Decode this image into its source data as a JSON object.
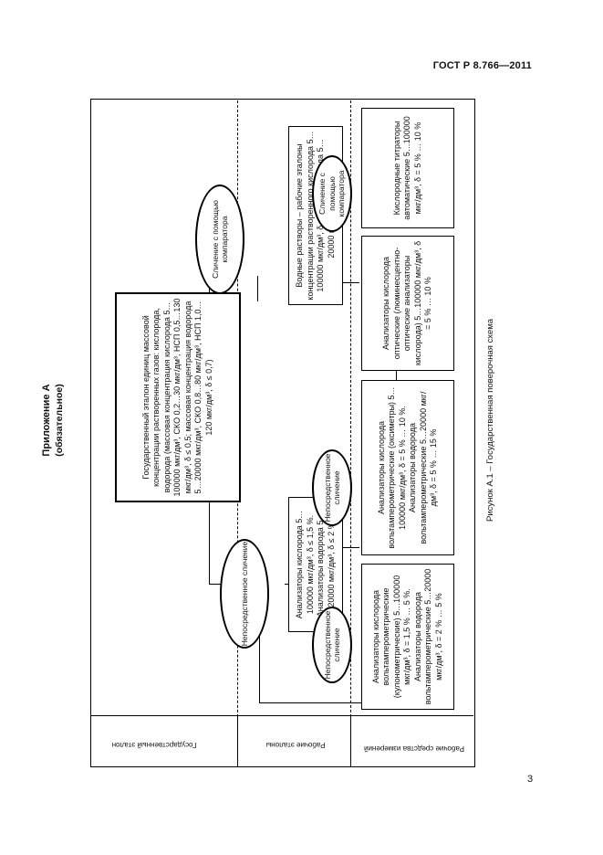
{
  "header": {
    "doc_code": "ГОСТ Р 8.766—2011"
  },
  "page_number": "3",
  "appendix": {
    "title": "Приложение А",
    "subtitle": "(обязательное)"
  },
  "levels": {
    "state": "Государственный эталон",
    "working_standards": "Рабочие эталоны",
    "working_instruments": "Рабочие средства измерений"
  },
  "boxes": {
    "state_standard": "Государственный эталон единиц массовой концентрации растворенных газов: кислорода, водорода (массовая концентрация кислорода 5…100000 мкг/дм³, СКО 0,2…30 мкг/дм³, НСП 0,5…130 мкг/дм³, δ ≤ 0,5; массовая концентрация водорода 5…20000 мкг/дм³, СКО 0,8…80 мкг/дм³, НСП 1,0…120 мкг/дм³, δ ≤ 0,7)",
    "ws_analyzers": "Анализаторы кислорода 5…100000 мкг/дм³, δ ≤ 1,5 %. Анализаторы водорода 5…20000 мкг/дм³, δ ≤ 2 %",
    "ws_solutions": "Водные растворы – рабочие эталоны концентрации растворенного кислорода 5…100000 мкг/дм³, δ ≤ 1,5 %; водорода 5…20000 мкг/дм³, δ ≤ 2 %",
    "wi_1": "Анализаторы кислорода вольтамперометрические (кулонометрические) 5…100000 мкг/дм³, δ = 1,5 % … 5 %. Анализаторы водорода вольтамперометрические 5…20000 мкг/дм³, δ = 2 % … 5 %",
    "wi_2": "Анализаторы кислорода вольтамперометрические (оксиметры) 5…100000 мкг/дм³, δ = 5 % … 10 %. Анализаторы водорода вольтамперометрические 5…20000 мкг/дм³, δ = 5 % … 15 %",
    "wi_3": "Анализаторы кислорода оптические (люминесцентно-оптические анализаторы кислорода) 5…100000 мкг/дм³, δ = 5 % … 10 %",
    "wi_4": "Кислородные титраторы автоматические 5…100000 мкг/дм³, δ = 5 % … 10 %"
  },
  "ellipses": {
    "e_direct_1": "Непосредственное сличение",
    "e_compare_1": "Сличение с помощью компаратора",
    "e_direct_2": "Непосредственное сличение",
    "e_direct_3": "Непосредственное сличение",
    "e_compare_2": "Сличение с помощью компаратора"
  },
  "caption": "Рисунок А.1 – Государственная поверочная схема"
}
